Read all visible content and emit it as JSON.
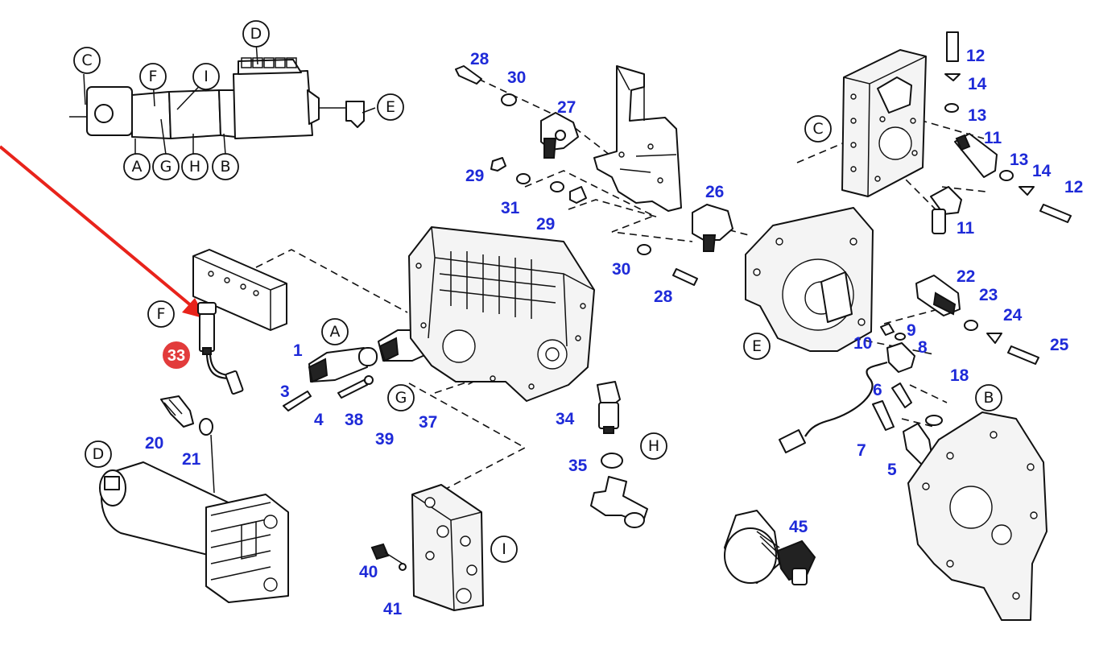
{
  "diagram": {
    "letter_markers": {
      "top_c": "C",
      "top_f": "F",
      "top_i": "I",
      "top_d": "D",
      "top_e": "E",
      "top_a": "A",
      "top_g": "G",
      "top_h": "H",
      "top_b": "B",
      "f": "F",
      "a": "A",
      "g": "G",
      "h": "H",
      "i": "I",
      "d": "D",
      "c": "C",
      "e": "E",
      "b": "B"
    },
    "part_numbers": {
      "n1": "1",
      "n3": "3",
      "n4": "4",
      "n5": "5",
      "n6": "6",
      "n7": "7",
      "n8": "8",
      "n9": "9",
      "n10": "10",
      "n11a": "11",
      "n11b": "11",
      "n12a": "12",
      "n12b": "12",
      "n13a": "13",
      "n13b": "13",
      "n14a": "14",
      "n14b": "14",
      "n18": "18",
      "n20": "20",
      "n21": "21",
      "n22": "22",
      "n23": "23",
      "n24": "24",
      "n25": "25",
      "n26": "26",
      "n27": "27",
      "n28a": "28",
      "n28b": "28",
      "n29a": "29",
      "n29b": "29",
      "n30a": "30",
      "n30b": "30",
      "n31": "31",
      "n34": "34",
      "n35": "35",
      "n37": "37",
      "n38": "38",
      "n39": "39",
      "n40": "40",
      "n41": "41",
      "n45": "45"
    },
    "highlight": {
      "label": "33",
      "color": "#e23b3b"
    },
    "arrow_color": "#e8231b",
    "label_color": "#1e2ad8"
  }
}
